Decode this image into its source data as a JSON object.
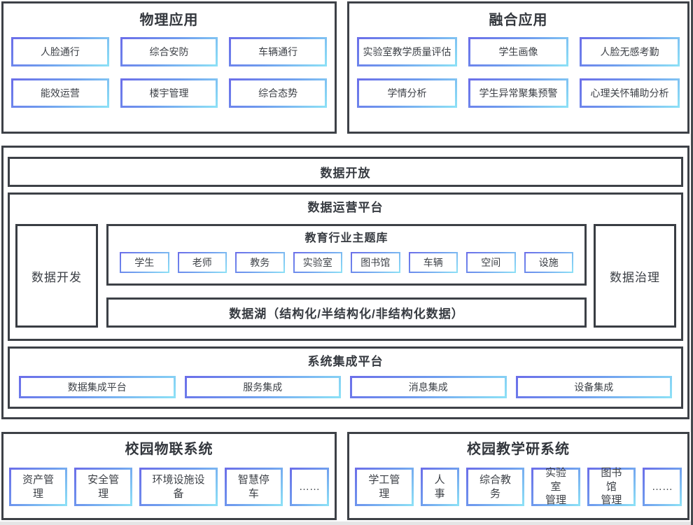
{
  "colors": {
    "border_purple": "#6b6fe9",
    "border_blue": "#6f9cee",
    "border_cyan": "#8ce0f6",
    "text": "#3d4147",
    "edge_right": "#454a4e",
    "edge_bottom": "#e5e5e6"
  },
  "physical": {
    "title": "物理应用",
    "items": [
      "人脸通行",
      "综合安防",
      "车辆通行",
      "能效运营",
      "楼宇管理",
      "综合态势"
    ]
  },
  "fusion": {
    "title": "融合应用",
    "items": [
      "实验室教学质量评估",
      "学生画像",
      "人脸无感考勤",
      "学情分析",
      "学生异常聚集预警",
      "心理关怀辅助分析"
    ]
  },
  "middle": {
    "data_open": "数据开放",
    "platform": {
      "title": "数据运营平台",
      "left_box": "数据开发",
      "right_box": "数据治理",
      "theme": {
        "title": "教育行业主题库",
        "items": [
          "学生",
          "老师",
          "教务",
          "实验室",
          "图书馆",
          "车辆",
          "空间",
          "设施"
        ]
      },
      "lake": "数据湖（结构化/半结构化/非结构化数据）"
    },
    "integration": {
      "title": "系统集成平台",
      "items": [
        "数据集成平台",
        "服务集成",
        "消息集成",
        "设备集成"
      ]
    }
  },
  "iot": {
    "title": "校园物联系统",
    "items": [
      "资产管理",
      "安全管理",
      "环境设施设备",
      "智慧停车",
      "……"
    ]
  },
  "teaching": {
    "title": "校园教学研系统",
    "items": [
      "学工管理",
      "人事",
      "综合教务",
      "实验室\n管理",
      "图书馆\n管理",
      "……"
    ]
  }
}
